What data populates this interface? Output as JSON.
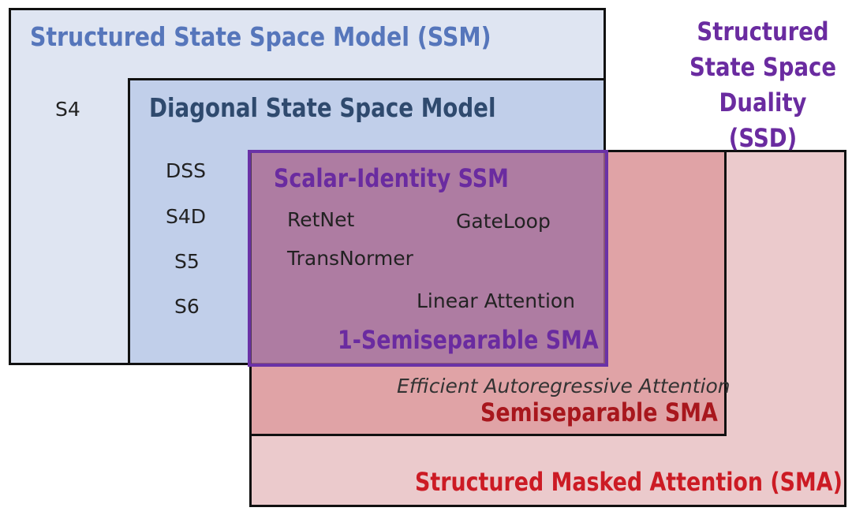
{
  "ssd_title": {
    "line1": "Structured",
    "line2": "State Space",
    "line3": "Duality (SSD)"
  },
  "ssm": {
    "heading": "Structured State Space Model (SSM)",
    "models": [
      "S4"
    ]
  },
  "diagonal_ssm": {
    "heading": "Diagonal State Space Model",
    "models": [
      "DSS",
      "S4D",
      "S5",
      "S6"
    ]
  },
  "scalar_identity_ssm": {
    "heading": "Scalar-Identity SSM",
    "models": [
      "RetNet",
      "GateLoop",
      "TransNormer",
      "Linear Attention"
    ]
  },
  "one_semiseparable_sma": {
    "heading": "1-Semiseparable SMA"
  },
  "semiseparable_sma": {
    "heading": "Semiseparable SMA",
    "note": "Efficient Autoregressive Attention"
  },
  "sma": {
    "heading": "Structured Masked Attention (SMA)"
  },
  "colors": {
    "ssm_heading": "#5676bb",
    "diagonal_heading": "#2f4a6e",
    "ssd_purple": "#6a2ba0",
    "semiseparable_red": "#a8171d",
    "sma_red": "#cc1b24"
  }
}
